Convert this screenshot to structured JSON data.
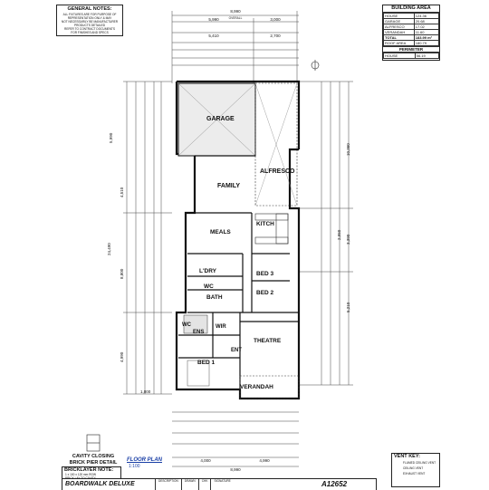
{
  "general_notes": {
    "title": "GENERAL NOTES:",
    "lines": [
      "ALL FIXTURES ARE FOR PURPOSE OF",
      "REPRESENTATION ONLY & MAY",
      "NOT NECESSARILY BE MANUFACTURER",
      "PRODUCTS DETAILED",
      "REFER TO CONTRACT DOCUMENTS",
      "FOR FINISHES AND SPECS"
    ]
  },
  "building_area": {
    "title": "BUILDING AREA",
    "rows": [
      [
        "HOUSE",
        "124.36"
      ],
      [
        "GARAGE",
        "20.68"
      ],
      [
        "ALFRESCO",
        "17.02"
      ],
      [
        "VERANDAH",
        "11.60"
      ],
      [
        "TOTAL",
        "183.99 m²"
      ],
      [
        "ROOF AREA",
        "180.79"
      ]
    ],
    "perimeter_title": "PERIMETER",
    "perimeter_row": [
      "HOUSE",
      "56.19"
    ]
  },
  "rooms": {
    "garage": "GARAGE",
    "alfresco": "ALFRESCO",
    "family": "FAMILY",
    "kitch": "KITCH",
    "meals": "MEALS",
    "bed3": "BED 3",
    "ldry": "L'DRY",
    "wc1": "WC",
    "bath": "BATH",
    "bed2": "BED 2",
    "wc2": "WC",
    "ens": "ENS",
    "wir": "WIR",
    "theatre": "THEATRE",
    "ent": "ENT",
    "bed1": "BED 1",
    "verandah": "VERANDAH"
  },
  "dimensions": {
    "overall_top": "8,990",
    "overall_label": "OVERALL",
    "top_a": "5,990",
    "top_b": "3,000",
    "garage_w": "5,410",
    "alfresco_w": "2,700",
    "left_a": "5,990",
    "left_b": "4,510",
    "left_total": "24,490",
    "left_c": "8,800",
    "left_d": "4,990",
    "left_e": "1,000",
    "right_a": "10,360",
    "right_b": "2,950",
    "right_c": "3,390",
    "right_d": "5,210",
    "bottom_total": "8,990",
    "bottom_a": "4,000",
    "bottom_b": "4,990"
  },
  "details": {
    "cavity_closing": "CAVITY CLOSING",
    "brick_pier": "BRICK PIER DETAIL",
    "bricklayer_title": "BRICKLAYER NOTE:",
    "bricklayer_lines": [
      "1 x 100 x 120 mm ROW",
      "BRICK LAY TO CAVITY"
    ]
  },
  "floor_plan": {
    "title": "FLOOR PLAN",
    "scale": "1:100"
  },
  "vent_key": {
    "title": "VENT KEY:",
    "items": [
      "FLUMED CEILING VENT",
      "CEILING VENT",
      "EXHAUST VENT"
    ]
  },
  "title_block": {
    "name": "BOARDWALK DELUXE",
    "job_no": "A12652",
    "headers": [
      "DESCRIPTION",
      "DRAWN",
      "CHK",
      "SIGNATURE"
    ]
  }
}
